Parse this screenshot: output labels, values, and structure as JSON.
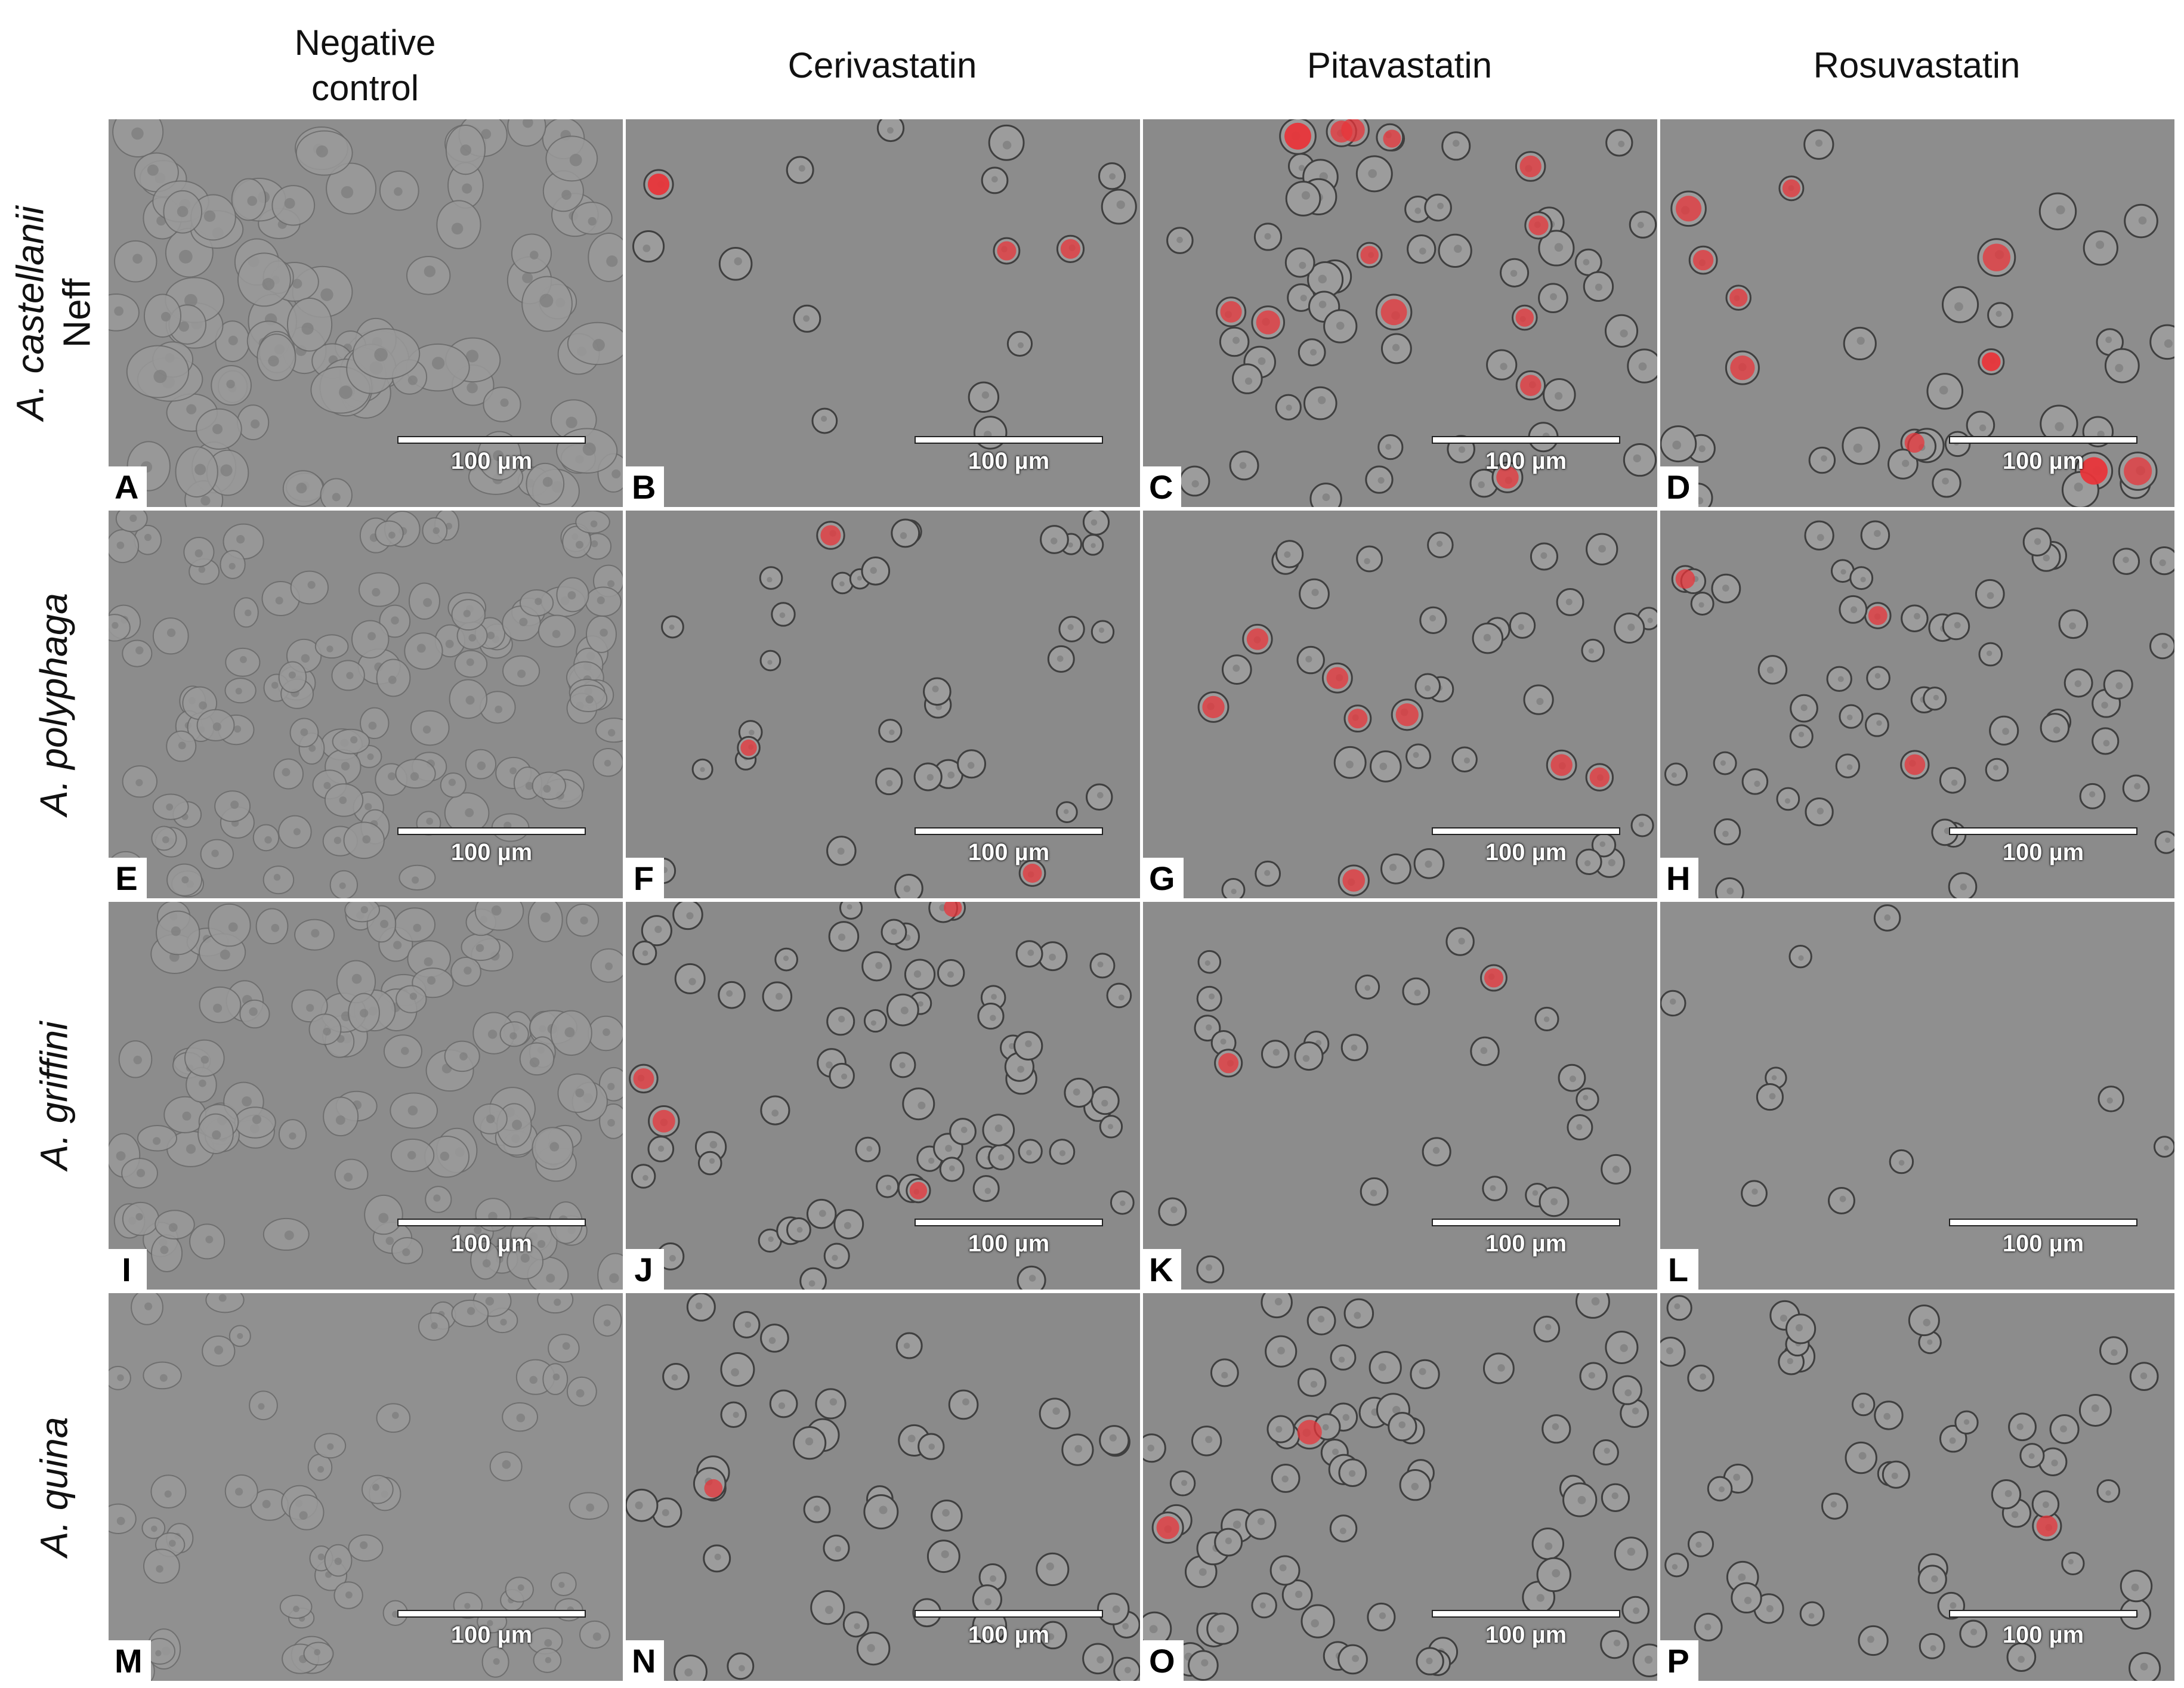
{
  "columns": [
    "Negative\ncontrol",
    "Cerivastatin",
    "Pitavastatin",
    "Rosuvastatin"
  ],
  "rows": [
    {
      "species": "A. castellanii",
      "strain": "Neff"
    },
    {
      "species": "A. polyphaga",
      "strain": ""
    },
    {
      "species": "A. griffini",
      "strain": ""
    },
    {
      "species": "A. quina",
      "strain": ""
    }
  ],
  "panels": [
    {
      "letter": "A",
      "scale": "100 µm"
    },
    {
      "letter": "B",
      "scale": "100 µm"
    },
    {
      "letter": "C",
      "scale": "100 µm"
    },
    {
      "letter": "D",
      "scale": "100 µm"
    },
    {
      "letter": "E",
      "scale": "100 µm"
    },
    {
      "letter": "F",
      "scale": "100 µm"
    },
    {
      "letter": "G",
      "scale": "100 µm"
    },
    {
      "letter": "H",
      "scale": "100 µm"
    },
    {
      "letter": "I",
      "scale": "100 µm"
    },
    {
      "letter": "J",
      "scale": "100 µm"
    },
    {
      "letter": "K",
      "scale": "100 µm"
    },
    {
      "letter": "L",
      "scale": "100 µm"
    },
    {
      "letter": "M",
      "scale": "100 µm"
    },
    {
      "letter": "N",
      "scale": "100 µm"
    },
    {
      "letter": "O",
      "scale": "100 µm"
    },
    {
      "letter": "P",
      "scale": "100 µm"
    }
  ],
  "colors": {
    "background_gray": "#8a8a8a",
    "cell_fill": "#9c9c9c",
    "cell_edge": "#3f3f3f",
    "stain_red": "#e8343a"
  }
}
